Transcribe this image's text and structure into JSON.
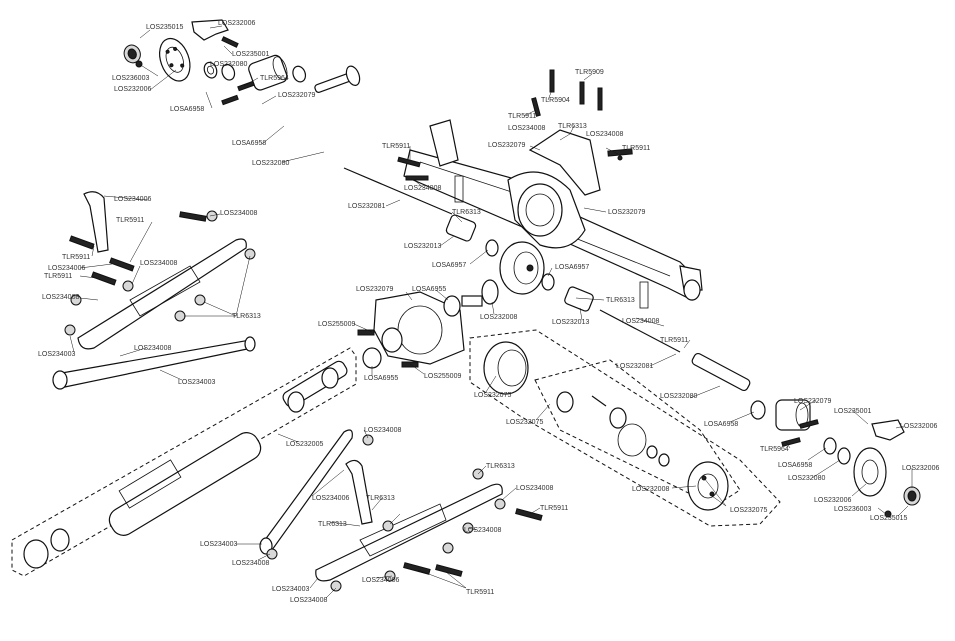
{
  "labels": [
    {
      "id": "l1",
      "text": "LOS235015"
    },
    {
      "id": "l2",
      "text": "LOS232006"
    },
    {
      "id": "l3",
      "text": "LOS235001"
    },
    {
      "id": "l4",
      "text": "LOS232080"
    },
    {
      "id": "l5",
      "text": "LOS236003"
    },
    {
      "id": "l6",
      "text": "LOS232006"
    },
    {
      "id": "l7",
      "text": "TLR5964"
    },
    {
      "id": "l8",
      "text": "LOSA6958"
    },
    {
      "id": "l9",
      "text": "LOS232079"
    },
    {
      "id": "l10",
      "text": "LOSA6958"
    },
    {
      "id": "l11",
      "text": "LOS232080"
    },
    {
      "id": "l12",
      "text": "TLR5909"
    },
    {
      "id": "l13",
      "text": "TLR5904"
    },
    {
      "id": "l14",
      "text": "TLR5911"
    },
    {
      "id": "l15",
      "text": "TLR6313"
    },
    {
      "id": "l16",
      "text": "LOS234008"
    },
    {
      "id": "l17",
      "text": "LOS234008"
    },
    {
      "id": "l18",
      "text": "LOS232079"
    },
    {
      "id": "l19",
      "text": "TLR5911"
    },
    {
      "id": "l20",
      "text": "TLR5911"
    },
    {
      "id": "l21",
      "text": "LOS234008"
    },
    {
      "id": "l22",
      "text": "LOS232081"
    },
    {
      "id": "l23",
      "text": "TLR6313"
    },
    {
      "id": "l24",
      "text": "LOS232079"
    },
    {
      "id": "l25",
      "text": "LOS232013"
    },
    {
      "id": "l26",
      "text": "LOSA6957"
    },
    {
      "id": "l27",
      "text": "LOSA6957"
    },
    {
      "id": "l28",
      "text": "LOS234006"
    },
    {
      "id": "l29",
      "text": "LOS234008"
    },
    {
      "id": "l30",
      "text": "TLR5911"
    },
    {
      "id": "l31",
      "text": "TLR5911"
    },
    {
      "id": "l32",
      "text": "LOS234008"
    },
    {
      "id": "l33",
      "text": "LOS234006"
    },
    {
      "id": "l34",
      "text": "TLR5911"
    },
    {
      "id": "l35",
      "text": "LOS234008"
    },
    {
      "id": "l36",
      "text": "TLR6313"
    },
    {
      "id": "l37",
      "text": "LOS234003"
    },
    {
      "id": "l38",
      "text": "LOS234008"
    },
    {
      "id": "l39",
      "text": "LOS234003"
    },
    {
      "id": "l40",
      "text": "LOS232079"
    },
    {
      "id": "l41",
      "text": "LOSA6955"
    },
    {
      "id": "l42",
      "text": "LOS255009"
    },
    {
      "id": "l43",
      "text": "LOS232008"
    },
    {
      "id": "l44",
      "text": "LOSA6955"
    },
    {
      "id": "l45",
      "text": "LOS255009"
    },
    {
      "id": "l46",
      "text": "TLR6313"
    },
    {
      "id": "l47",
      "text": "LOS232013"
    },
    {
      "id": "l48",
      "text": "LOS234008"
    },
    {
      "id": "l49",
      "text": "TLR5911"
    },
    {
      "id": "l50",
      "text": "LOS232081"
    },
    {
      "id": "l51",
      "text": "LOS232080"
    },
    {
      "id": "l52",
      "text": "LOS232075"
    },
    {
      "id": "l53",
      "text": "LOS232075"
    },
    {
      "id": "l54",
      "text": "LOS232005"
    },
    {
      "id": "l55",
      "text": "LOS234008"
    },
    {
      "id": "l56",
      "text": "LOS232079"
    },
    {
      "id": "l57",
      "text": "LOS235001"
    },
    {
      "id": "l58",
      "text": "LOSA6958"
    },
    {
      "id": "l59",
      "text": "LOS232006"
    },
    {
      "id": "l60",
      "text": "TLR5964"
    },
    {
      "id": "l61",
      "text": "LOSA6958"
    },
    {
      "id": "l62",
      "text": "LOS232080"
    },
    {
      "id": "l63",
      "text": "LOS232006"
    },
    {
      "id": "l64",
      "text": "LOS232006"
    },
    {
      "id": "l65",
      "text": "LOS236003"
    },
    {
      "id": "l66",
      "text": "LOS235015"
    },
    {
      "id": "l67",
      "text": "LOS232008"
    },
    {
      "id": "l68",
      "text": "LOS232075"
    },
    {
      "id": "l69",
      "text": "TLR6313"
    },
    {
      "id": "l70",
      "text": "LOS234008"
    },
    {
      "id": "l71",
      "text": "TLR5911"
    },
    {
      "id": "l72",
      "text": "LOS234006"
    },
    {
      "id": "l73",
      "text": "TLR6313"
    },
    {
      "id": "l74",
      "text": "TLR6313"
    },
    {
      "id": "l75",
      "text": "LOS234008"
    },
    {
      "id": "l76",
      "text": "LOS234003"
    },
    {
      "id": "l77",
      "text": "LOS234008"
    },
    {
      "id": "l78",
      "text": "LOS234003"
    },
    {
      "id": "l79",
      "text": "LOS234006"
    },
    {
      "id": "l80",
      "text": "LOS234008"
    },
    {
      "id": "l81",
      "text": "TLR5911"
    }
  ]
}
